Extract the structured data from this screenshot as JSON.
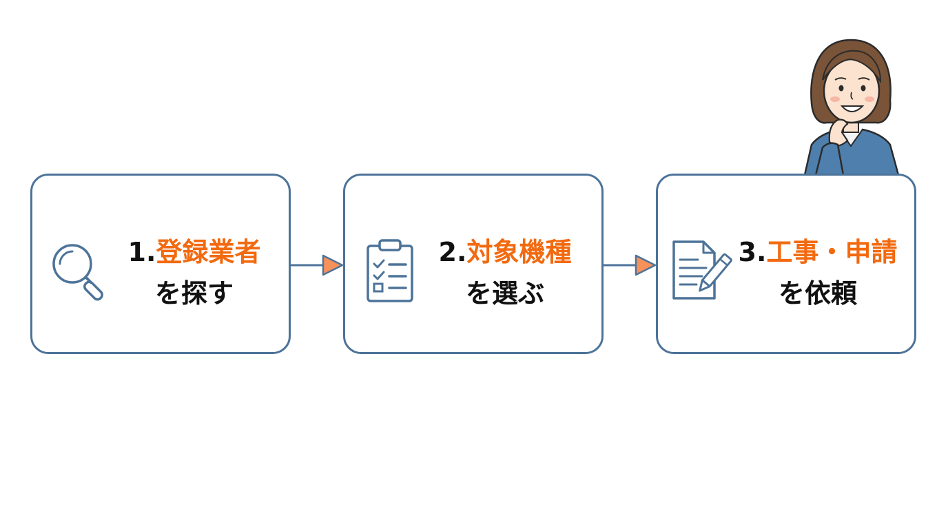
{
  "colors": {
    "border": "#4d7399",
    "highlight": "#f26a10",
    "text": "#111111",
    "arrow_head": "#f6915a",
    "hair": "#7a5438",
    "shirt": "#4f7fac",
    "skin": "#fbe3cf"
  },
  "steps": [
    {
      "icon": "search-icon",
      "number": "1.",
      "highlight": "登録業者",
      "rest": "を探す"
    },
    {
      "icon": "clipboard-checklist-icon",
      "number": "2.",
      "highlight": "対象機種",
      "rest": "を選ぶ"
    },
    {
      "icon": "document-pen-icon",
      "number": "3.",
      "highlight": "工事・申請",
      "rest": "を依頼"
    }
  ],
  "illustration": "thinking-woman-illustration"
}
